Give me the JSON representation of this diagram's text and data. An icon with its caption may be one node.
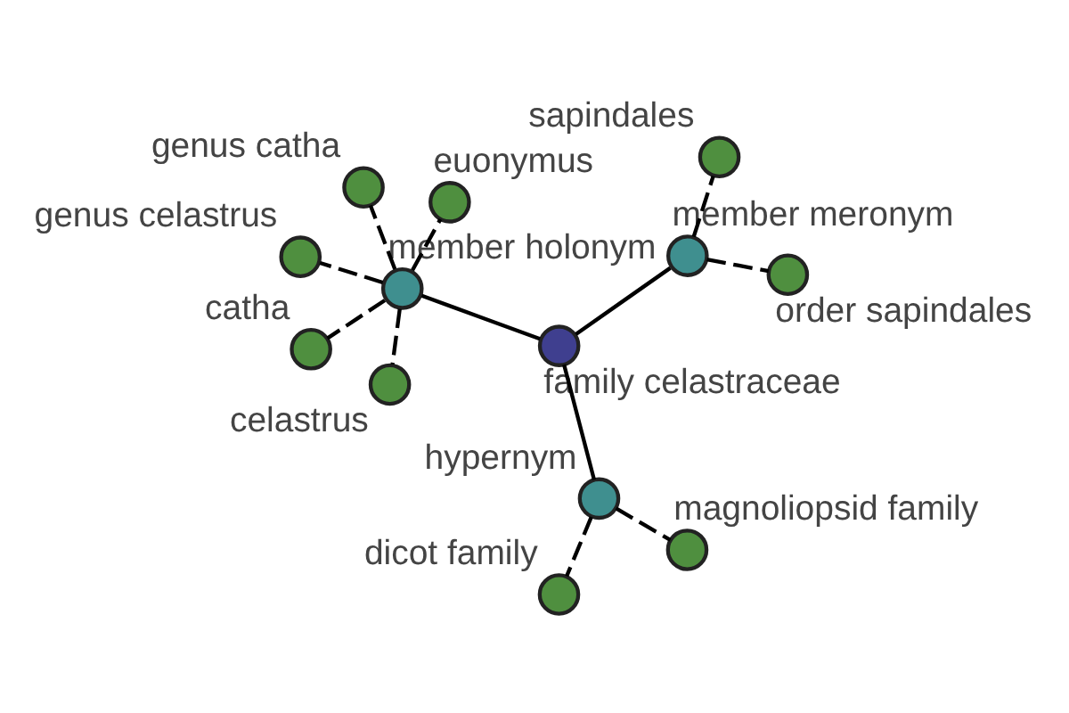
{
  "diagram": {
    "nodes": [
      {
        "text": [
          "dicot family"
        ]
      },
      {
        "text": [
          "magnoliopsid family"
        ]
      },
      {
        "text": [
          "hypernym"
        ]
      },
      {
        "text": [
          "genus catha"
        ]
      },
      {
        "text": [
          "euonymus"
        ]
      },
      {
        "text": [
          "genus celastrus"
        ]
      },
      {
        "text": [
          "member holonym"
        ]
      },
      {
        "text": [
          "family celastraceae"
        ]
      },
      {
        "text": [
          "catha"
        ]
      },
      {
        "text": [
          "celastrus"
        ]
      },
      {
        "text": [
          "member meronym"
        ]
      },
      {
        "text": [
          "sapindales"
        ]
      },
      {
        "text": [
          "order sapindales"
        ]
      }
    ],
    "edges": [
      {
        "from": 7,
        "to": 2,
        "arrow": "none"
      },
      {
        "from": 7,
        "to": 6,
        "arrow": "none"
      },
      {
        "from": 7,
        "to": 10,
        "arrow": "none"
      },
      {
        "from": 2,
        "to": 1,
        "arrow": "none",
        "style": "dashed"
      },
      {
        "from": 2,
        "to": 0,
        "arrow": "none",
        "style": "dashed"
      },
      {
        "from": 6,
        "to": 3,
        "arrow": "none",
        "style": "dashed"
      },
      {
        "from": 6,
        "to": 4,
        "arrow": "none",
        "style": "dashed"
      },
      {
        "from": 6,
        "to": 5,
        "arrow": "none",
        "style": "dashed"
      },
      {
        "from": 6,
        "to": 8,
        "arrow": "none",
        "style": "dashed"
      },
      {
        "from": 6,
        "to": 9,
        "arrow": "none",
        "style": "dashed"
      },
      {
        "from": 10,
        "to": 11,
        "arrow": "none",
        "style": "dashed"
      },
      {
        "from": 10,
        "to": 12,
        "arrow": "none",
        "style": "dashed"
      }
    ]
  }
}
